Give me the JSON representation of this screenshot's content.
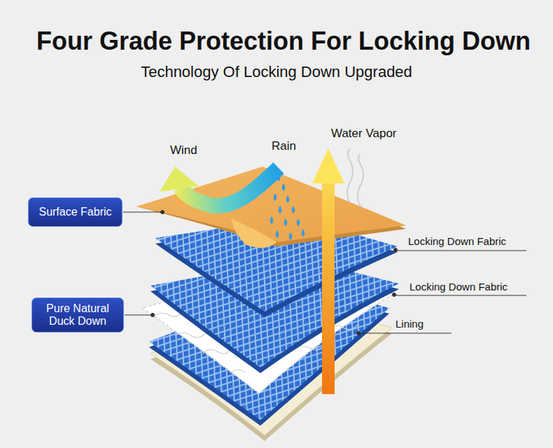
{
  "diagram": {
    "title": "Four Grade Protection For Locking Down",
    "nodes": [
      {
        "text": [
          "Surface Fabric"
        ]
      },
      {
        "text": [
          "Pure Natural Duck Down"
        ]
      }
    ],
    "labels": [
      "Technology Of Locking Down Upgraded",
      "Wind",
      "Rain",
      "Water Vapor",
      "Locking Down Fabric",
      "Locking Down Fabric",
      "Lining"
    ]
  }
}
